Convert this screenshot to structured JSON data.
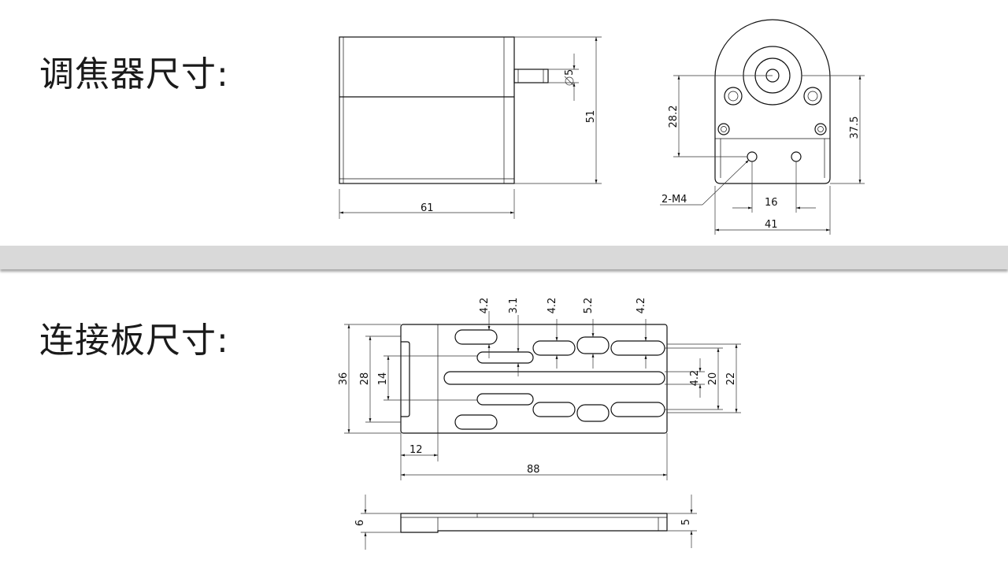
{
  "headings": {
    "focuser_size": "调焦器尺寸:",
    "adapter_size": "连接板尺寸:"
  },
  "focuser_dims": {
    "width": "61",
    "height": "51",
    "shaft_dia": "5",
    "front_height": "28.2",
    "front_total": "37.5",
    "hole_spacing": "16",
    "front_width": "41",
    "thread": "2-M4"
  },
  "plate_dims": {
    "slot_a": "4.2",
    "slot_b": "3.1",
    "slot_c": "4.2",
    "slot_d": "5.2",
    "slot_e": "4.2",
    "height_total": "36",
    "height_inner": "28",
    "height_notch": "14",
    "center_slot": "4.2",
    "right_inner": "20",
    "right_outer": "22",
    "notch_width": "12",
    "length": "88",
    "thickness_left": "6",
    "thickness_right": "5"
  }
}
